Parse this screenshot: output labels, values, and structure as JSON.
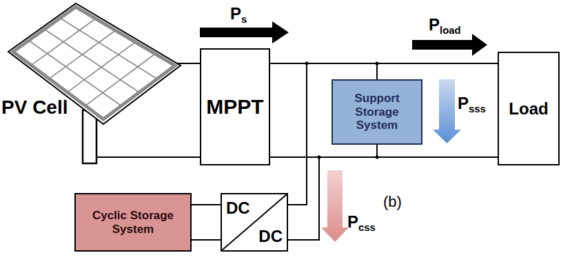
{
  "diagram": {
    "nodes": [
      {
        "text": [
          "MPPT"
        ]
      },
      {
        "text": [
          "Support Storage System"
        ]
      },
      {
        "text": [
          "Load"
        ]
      },
      {
        "text": [
          "Cyclic Storage System"
        ]
      },
      {
        "text": [
          "DC",
          "DC"
        ]
      }
    ],
    "edges": [
      {
        "from": 0,
        "to": 2,
        "arrow": "none"
      },
      {
        "from": 0,
        "to": 1,
        "arrow": "none"
      },
      {
        "from": 4,
        "to": 0,
        "arrow": "none"
      },
      {
        "from": 3,
        "to": 4,
        "arrow": "none"
      }
    ],
    "labels": [
      "PV Cell",
      "Ps",
      "Pload",
      "Psss",
      "Pcss",
      "(b)"
    ]
  }
}
